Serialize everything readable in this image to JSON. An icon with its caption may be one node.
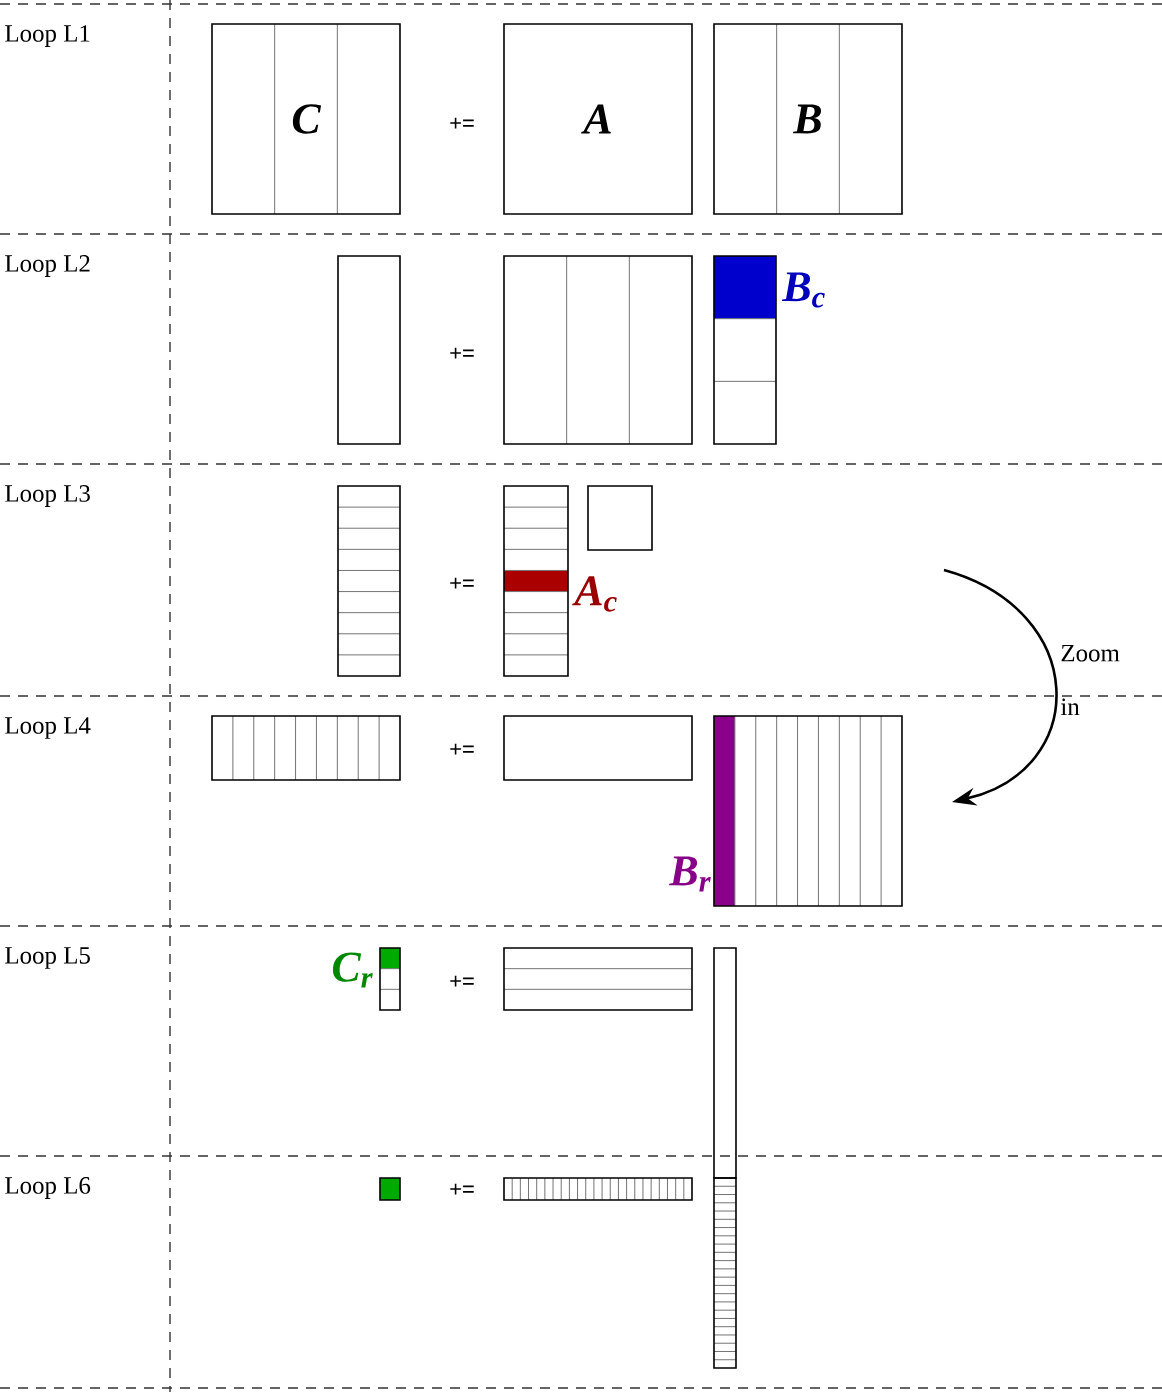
{
  "diagram": {
    "nodes": [
      {
        "text": [
          "C"
        ]
      },
      {
        "text": [
          "A"
        ]
      },
      {
        "text": [
          "B"
        ]
      },
      {
        "text": [],
        "shape": "box"
      },
      {
        "text": [],
        "shape": "box"
      },
      {
        "text": [],
        "shape": "box",
        "beside": [
          "B$_{c}$"
        ]
      },
      {
        "text": [],
        "shape": "box"
      },
      {
        "text": [],
        "shape": "box",
        "beside": [
          "A$_{c}$"
        ]
      },
      {
        "text": [],
        "shape": "box"
      },
      {
        "text": [],
        "shape": "box"
      },
      {
        "text": [],
        "shape": "box"
      },
      {
        "text": [],
        "shape": "box",
        "beside": [
          "B$_{r}$"
        ]
      },
      {
        "text": [],
        "shape": "box",
        "beside": [
          "C$_{r}$"
        ]
      },
      {
        "text": [],
        "shape": "box"
      },
      {
        "text": [],
        "shape": "box"
      },
      {
        "text": [],
        "shape": "box"
      },
      {
        "text": [],
        "shape": "box"
      },
      {
        "text": [],
        "shape": "box"
      }
    ],
    "labels": [
      "Loop L1",
      "+=",
      "Loop L2",
      "+=",
      "Loop L3",
      "+=",
      "Zoom in",
      "Loop L4",
      "+=",
      "Loop L5",
      "+=",
      "Loop L6",
      "+="
    ]
  }
}
